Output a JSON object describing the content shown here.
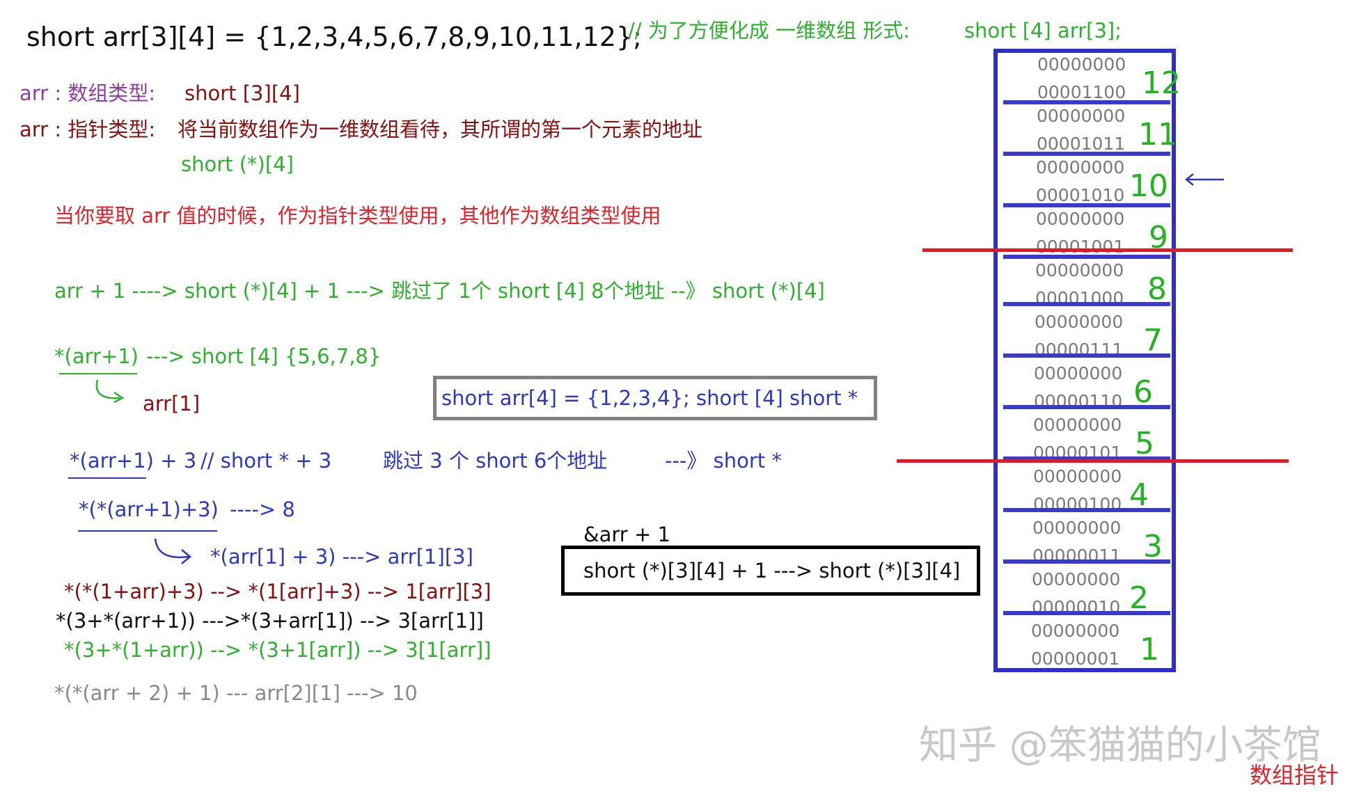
{
  "header": {
    "declaration": "short arr[3][4] = {1,2,3,4,5,6,7,8,9,10,11,12};",
    "comment": "//  为了方便化成  一维数组 形式:",
    "comment_code": "short [4]  arr[3];"
  },
  "types": {
    "arr_label_1": "arr : 数组类型:",
    "array_type": "short [3][4]",
    "arr_label_2": "arr : 指针类型:",
    "pointer_desc": "将当前数组作为一维数组看待，其所谓的第一个元素的地址",
    "pointer_type": "short (*)[4]"
  },
  "note": "当你要取 arr 值的时候，作为指针类型使用，其他作为数组类型使用",
  "lines": {
    "arr_plus_1": "arr + 1    ---->    short (*)[4] + 1 ---> 跳过了 1个 short [4]  8个地址  --》 short (*)[4]",
    "deref_left": "*(arr+1)",
    "deref_right": "---> short [4]     {5,6,7,8}",
    "arr1": "arr[1]",
    "deref3_left": "*(arr+1) + 3",
    "deref3_mid": "//  short * + 3",
    "deref3_skip": "跳过 3 个 short  6个地址",
    "deref3_result": "---》 short *",
    "deref_full_left": "*(*(arr+1)+3)",
    "deref_full_right": "---->   8",
    "arr13": "*(arr[1] + 3)  ---> arr[1][3]",
    "eq1": "*(*(1+arr)+3)  --> *(1[arr]+3) --> 1[arr][3]",
    "eq2": "*(3+*(arr+1))  --->*(3+arr[1])  --> 3[arr[1]]",
    "eq3": "*(3+*(1+arr)) --> *(3+1[arr]) --> 3[1[arr]]",
    "eq4": "*(*(arr + 2) + 1)   ---  arr[2][1]  ---> 10"
  },
  "box1_text": "short arr[4] = {1,2,3,4};  short [4]    short *",
  "box2_label": "&arr + 1",
  "box2_text": "short (*)[3][4] + 1    ---> short (*)[3][4]",
  "memory": [
    {
      "high": "00000000",
      "low": "00001100",
      "value": "12"
    },
    {
      "high": "00000000",
      "low": "00001011",
      "value": "11"
    },
    {
      "high": "00000000",
      "low": "00001010",
      "value": "10"
    },
    {
      "high": "00000000",
      "low": "00001001",
      "value": "9"
    },
    {
      "high": "00000000",
      "low": "00001000",
      "value": "8"
    },
    {
      "high": "00000000",
      "low": "00000111",
      "value": "7"
    },
    {
      "high": "00000000",
      "low": "00000110",
      "value": "6"
    },
    {
      "high": "00000000",
      "low": "00000101",
      "value": "5"
    },
    {
      "high": "00000000",
      "low": "00000100",
      "value": "4"
    },
    {
      "high": "00000000",
      "low": "00000011",
      "value": "3"
    },
    {
      "high": "00000000",
      "low": "00000010",
      "value": "2"
    },
    {
      "high": "00000000",
      "low": "00000001",
      "value": "1"
    }
  ],
  "watermark": "知乎 @笨猫猫的小茶馆",
  "corner_label": "数组指针",
  "colors": {
    "memory_box": "#2e2ec8",
    "divider": "#e01b24",
    "green_text": "#2eb22e",
    "red_text": "#e0222a",
    "blue_text": "#2e38c0"
  }
}
